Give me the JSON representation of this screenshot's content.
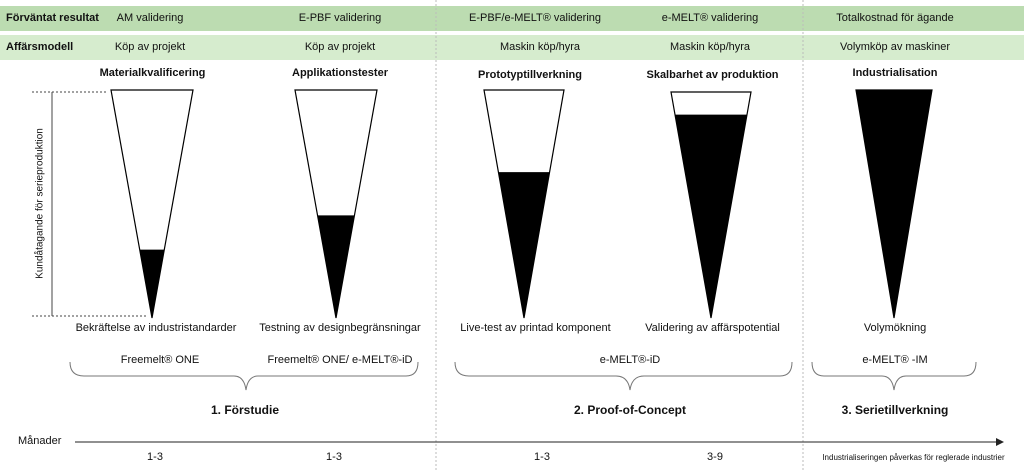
{
  "rows": {
    "results_label": "Förväntat resultat",
    "model_label": "Affärsmodell",
    "results": [
      "AM validering",
      "E-PBF validering",
      "E-PBF/e-MELT® validering",
      "e-MELT® validering",
      "Totalkostnad för ägande"
    ],
    "models": [
      "Köp av projekt",
      "Köp av projekt",
      "Maskin köp/hyra",
      "Maskin köp/hyra",
      "Volymköp av maskiner"
    ]
  },
  "stages": [
    {
      "title": "Materialkvalificering",
      "caption": "Bekräftelse av industristandarder",
      "fill_fraction": 0.3
    },
    {
      "title": "Applikationstester",
      "caption": "Testning av designbegränsningar",
      "fill_fraction": 0.45
    },
    {
      "title": "Prototyptillverkning",
      "caption": "Live-test av printad  komponent",
      "fill_fraction": 0.64
    },
    {
      "title": "Skalbarhet av produktion",
      "caption": "Validering av affärspotential",
      "fill_fraction": 0.9
    },
    {
      "title": "Industrialisation",
      "caption": "Volymökning",
      "fill_fraction": 1.0
    }
  ],
  "y_axis_label": "Kundåtagande för serieproduktion",
  "products": [
    "Freemelt® ONE",
    "Freemelt® ONE/ e-MELT®-iD",
    "e-MELT®-iD",
    "e-MELT® -IM"
  ],
  "phases": [
    "1. Förstudie",
    "2. Proof-of-Concept",
    "3. Serietillverkning"
  ],
  "timeline": {
    "label": "Månader",
    "months": [
      "1-3",
      "1-3",
      "1-3",
      "3-9"
    ],
    "note": "Industrialiseringen påverkas för reglerade industrier"
  },
  "colors": {
    "row1": "#bcdcb1",
    "row2": "#d6ecce",
    "fill": "#000000",
    "divider": "#bbbbbb"
  }
}
